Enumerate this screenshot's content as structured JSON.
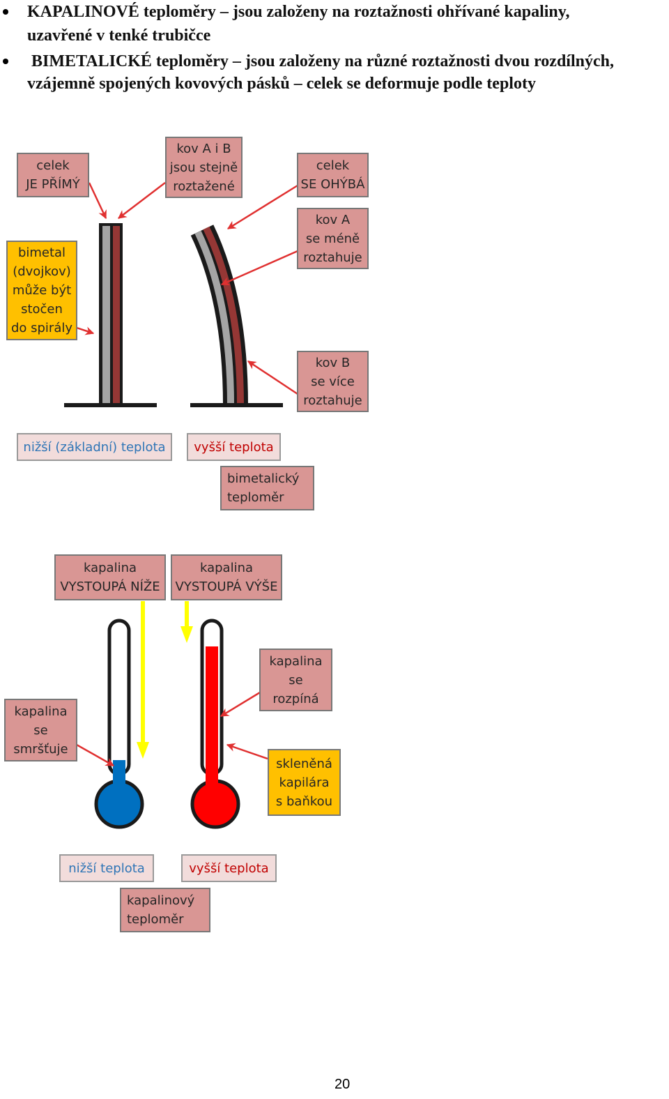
{
  "bullets": [
    {
      "lines": [
        "KAPALINOVÉ teploměry – jsou založeny na roztažnosti ohřívané kapaliny,",
        "uzavřené v tenké trubičce"
      ]
    },
    {
      "lines": [
        " BIMETALICKÉ teploměry – jsou založeny na různé roztažnosti dvou rozdílných,",
        "vzájemně spojených kovových pásků – celek se deformuje podle teploty"
      ]
    }
  ],
  "bimetal": {
    "straight_whole": "celek\nJE PŘÍMÝ",
    "same_expansion": "kov A i B\njsou stejně\nroztažené",
    "bent_whole": "celek\nSE OHÝBÁ",
    "metal_a": "kov A\nse méně\nroztahuje",
    "spiral_note": "bimetal\n(dvojkov)\nmůže být\nstočen\ndo spirály",
    "metal_b": "kov B\nse více\nroztahuje",
    "low_temp": "nižší (základní) teplota",
    "high_temp": "vyšší teplota",
    "caption": "bimetalický\nteploměr",
    "colors": {
      "metal_a": "#a5a5a5",
      "metal_b": "#953735",
      "base": "#1a1a1a"
    }
  },
  "liquid": {
    "falls": "kapalina\nVYSTOUPÁ NÍŽE",
    "rises": "kapalina\nVYSTOUPÁ VÝŠE",
    "expands": "kapalina\nse\nrozpíná",
    "contracts": "kapalina\nse\nsmršťuje",
    "capillary": "skleněná\nkapilára\ns baňkou",
    "low_temp": "nižší teplota",
    "high_temp": "vyšší teplota",
    "caption": "kapalinový\nteploměr",
    "cold_fill_fraction": 0.12,
    "hot_fill_fraction": 0.87,
    "colors": {
      "cold_liquid": "#0070c0",
      "hot_liquid": "#ff0000",
      "arrow": "#ffff00",
      "pointer": "#e03030"
    }
  },
  "page_number": "20"
}
